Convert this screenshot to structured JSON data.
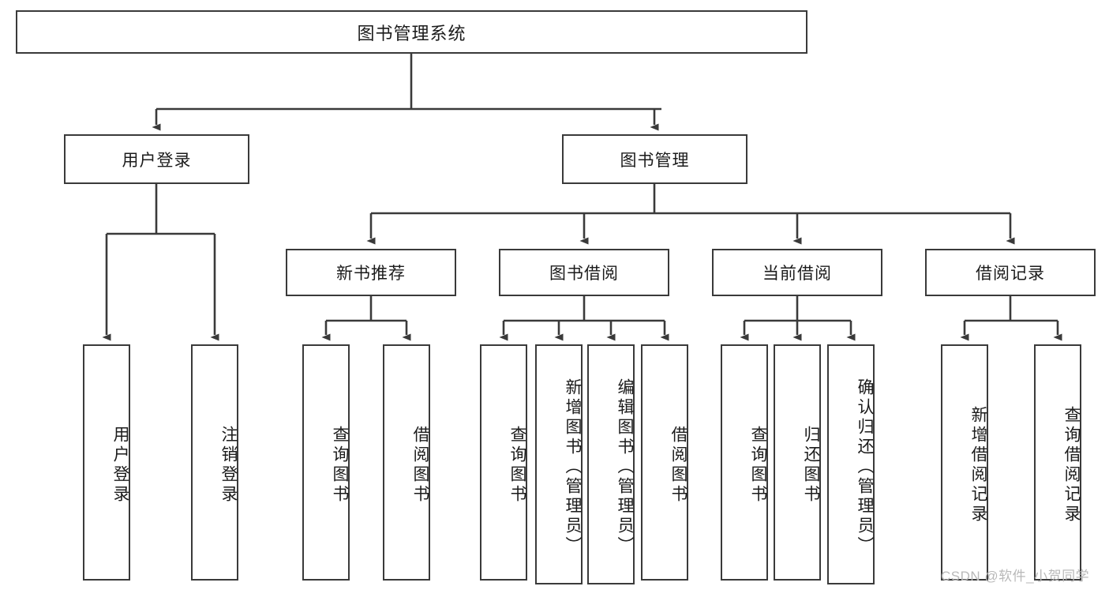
{
  "diagram": {
    "title": "图书管理系统",
    "type": "hierarchy-tree",
    "theme": {
      "stroke": "#3a3a3a",
      "fill": "#ffffff",
      "text": "#1b1b1b",
      "watermark": "#b9b9b9"
    },
    "levels": {
      "root": {
        "label": "图书管理系统"
      },
      "level1": [
        {
          "label": "用户登录"
        },
        {
          "label": "图书管理"
        }
      ],
      "level2": [
        {
          "label": "新书推荐",
          "parent": "图书管理"
        },
        {
          "label": "图书借阅",
          "parent": "图书管理"
        },
        {
          "label": "当前借阅",
          "parent": "图书管理"
        },
        {
          "label": "借阅记录",
          "parent": "图书管理"
        }
      ],
      "leaves": {
        "user_login": [
          {
            "label": "用户登录"
          },
          {
            "label": "注销登录"
          }
        ],
        "new_book_recommend": [
          {
            "label": "查询图书"
          },
          {
            "label": "借阅图书"
          }
        ],
        "book_borrow": [
          {
            "label": "查询图书"
          },
          {
            "label": "新增图书（管理员）"
          },
          {
            "label": "编辑图书（管理员）"
          },
          {
            "label": "借阅图书"
          }
        ],
        "current_borrow": [
          {
            "label": "查询图书"
          },
          {
            "label": "归还图书"
          },
          {
            "label": "确认归还（管理员）"
          }
        ],
        "borrow_record": [
          {
            "label": "新增借阅记录"
          },
          {
            "label": "查询借阅记录"
          }
        ]
      }
    },
    "watermark": "CSDN @软件_小贺同学"
  }
}
